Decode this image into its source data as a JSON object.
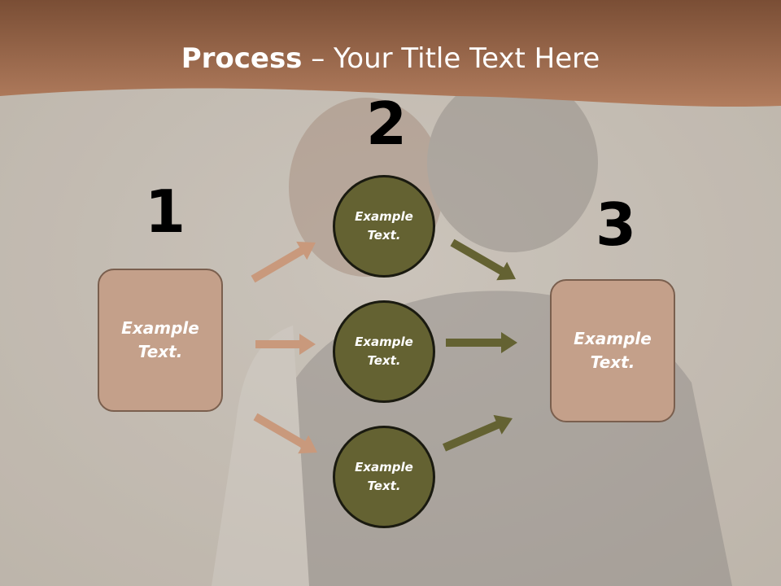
{
  "slide": {
    "title_bold": "Process",
    "title_rest": " – Your Title Text Here",
    "steps": [
      {
        "number": "1",
        "text": "Example\nText."
      },
      {
        "number": "2"
      },
      {
        "number": "3",
        "text": "Example\nText."
      }
    ],
    "circles": [
      {
        "text": "Example\nText."
      },
      {
        "text": "Example\nText."
      },
      {
        "text": "Example\nText."
      }
    ]
  },
  "colors": {
    "header_band": "#a0684a",
    "box_fill": "#c4a08a",
    "circle_fill": "#646232",
    "left_arrows": "#c9997c",
    "right_arrows": "#646232"
  }
}
